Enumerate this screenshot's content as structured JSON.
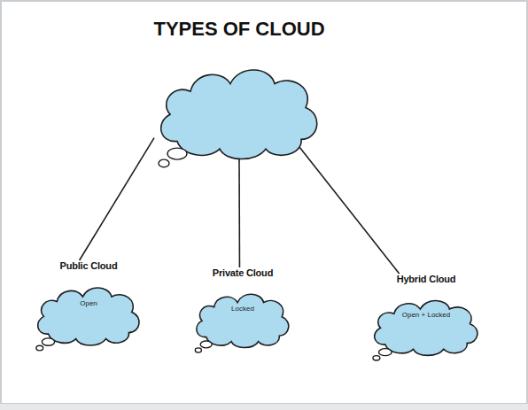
{
  "diagram": {
    "nodes": [
      {
        "text": [
          "TYPES OF CLOUD"
        ]
      },
      {
        "text": [
          "Public Cloud",
          "Open"
        ]
      },
      {
        "text": [
          "Private Cloud",
          "Locked"
        ]
      },
      {
        "text": [
          "Hybrid Cloud",
          "Open + Locked"
        ]
      }
    ],
    "edges": [
      {
        "from": 0,
        "to": 1,
        "arrow": "none"
      },
      {
        "from": 0,
        "to": 2,
        "arrow": "none"
      },
      {
        "from": 0,
        "to": 3,
        "arrow": "none"
      }
    ]
  }
}
